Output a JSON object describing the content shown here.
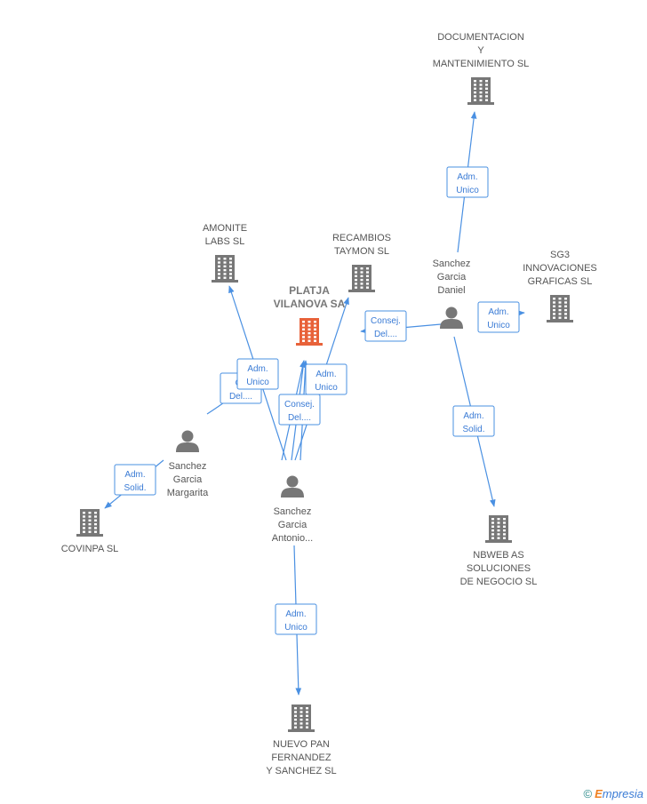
{
  "colors": {
    "edge": "#4a90e2",
    "company_icon": "#777777",
    "company_main_icon": "#e8623a",
    "person_icon": "#777777",
    "footer_accent": "#f08020"
  },
  "companies": [
    {
      "id": "platja",
      "lines": [
        "PLATJA",
        "VILANOVA SA"
      ],
      "main": true
    },
    {
      "id": "documentacion",
      "lines": [
        "DOCUMENTACION",
        "Y",
        "MANTENIMIENTO SL"
      ]
    },
    {
      "id": "amonite",
      "lines": [
        "AMONITE",
        "LABS  SL"
      ]
    },
    {
      "id": "recambios",
      "lines": [
        "RECAMBIOS",
        "TAYMON SL"
      ]
    },
    {
      "id": "sg3",
      "lines": [
        "SG3",
        "INNOVACIONES",
        "GRAFICAS SL"
      ]
    },
    {
      "id": "covinpa",
      "lines": [
        "COVINPA SL"
      ]
    },
    {
      "id": "nbweb",
      "lines": [
        "NBWEB AS",
        "SOLUCIONES",
        "DE NEGOCIO SL"
      ]
    },
    {
      "id": "nuevopan",
      "lines": [
        "NUEVO PAN",
        "FERNANDEZ",
        "Y SANCHEZ SL"
      ]
    }
  ],
  "persons": [
    {
      "id": "daniel",
      "lines": [
        "Sanchez",
        "Garcia",
        "Daniel"
      ]
    },
    {
      "id": "margarita",
      "lines": [
        "Sanchez",
        "Garcia",
        "Margarita"
      ]
    },
    {
      "id": "antonio",
      "lines": [
        "Sanchez",
        "Garcia",
        "Antonio..."
      ]
    }
  ],
  "relations": [
    {
      "id": "r1",
      "lines": [
        "Adm.",
        "Unico"
      ]
    },
    {
      "id": "r2",
      "lines": [
        "Adm.",
        "Unico"
      ]
    },
    {
      "id": "r3",
      "lines": [
        "Consej.",
        "Del...."
      ]
    },
    {
      "id": "r4",
      "lines": [
        "Adm.",
        "Solid."
      ]
    },
    {
      "id": "r5",
      "lines": [
        "Co",
        "Del...."
      ]
    },
    {
      "id": "r6",
      "lines": [
        "Adm.",
        "Unico"
      ]
    },
    {
      "id": "r7",
      "lines": [
        "Adm.",
        "Unico"
      ]
    },
    {
      "id": "r8",
      "lines": [
        "Consej.",
        "Del...."
      ]
    },
    {
      "id": "r9",
      "lines": [
        "Adm.",
        "Solid."
      ]
    },
    {
      "id": "r10",
      "lines": [
        "Adm.",
        "Unico"
      ]
    }
  ],
  "footer": {
    "copyright": "©",
    "brand_initial": "E",
    "brand_rest": "mpresia"
  }
}
